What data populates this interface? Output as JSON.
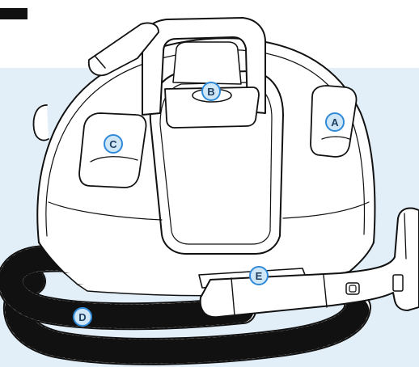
{
  "callouts": {
    "a": "A",
    "b": "B",
    "c": "C",
    "d": "D",
    "e": "E"
  },
  "colors": {
    "background_panel": "#e3eff8",
    "body_fill": "#ffffff",
    "outline": "#111111",
    "callout_fill": "#cfe6f7",
    "callout_stroke": "#2f8ad8",
    "callout_text": "#1c3d5e"
  }
}
